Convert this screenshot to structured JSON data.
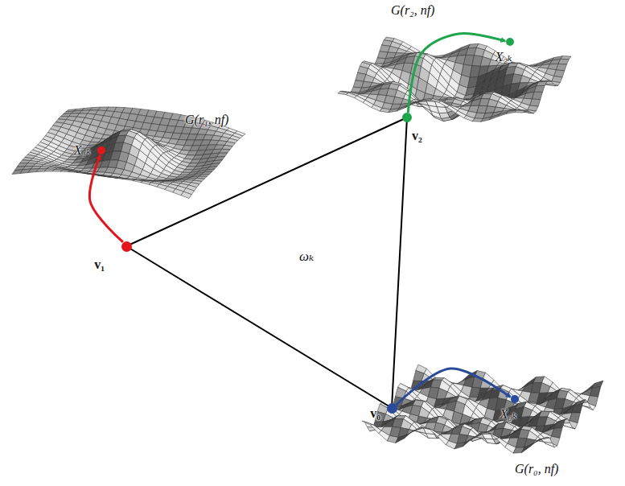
{
  "diagram": {
    "nodes": [
      {
        "text": [
          "v₁"
        ]
      },
      {
        "text": [
          "X₁ₖ"
        ]
      },
      {
        "text": [
          "v₂"
        ]
      },
      {
        "text": [
          "X₂ₖ"
        ]
      },
      {
        "text": [
          "v₀"
        ]
      },
      {
        "text": [
          "X₀ₖ"
        ]
      }
    ],
    "edges": [
      {
        "from": 4,
        "to": 0,
        "arrow": "none"
      },
      {
        "from": 0,
        "to": 2,
        "arrow": "none"
      },
      {
        "from": 2,
        "to": 4,
        "arrow": "none"
      },
      {
        "from": 0,
        "to": 1,
        "arrow": "to"
      },
      {
        "from": 2,
        "to": 3,
        "arrow": "to"
      },
      {
        "from": 4,
        "to": 5,
        "arrow": "to"
      }
    ],
    "labels": [
      "G(r₁, nf)",
      "G(r₂, nf)",
      "G(r₀, nf)",
      "ωₖ"
    ]
  }
}
